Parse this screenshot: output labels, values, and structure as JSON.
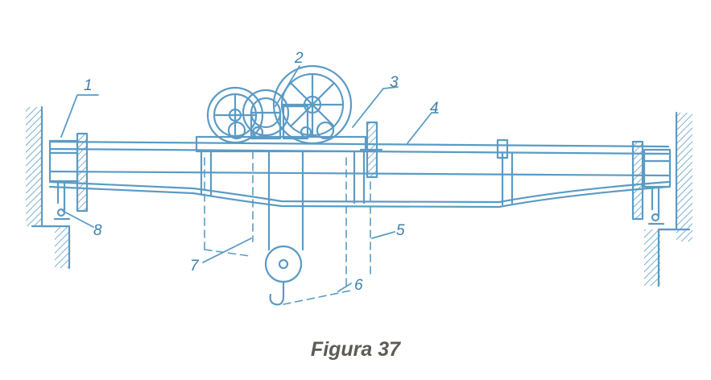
{
  "caption": "Figura 37",
  "colors": {
    "line": "#5b9bc4",
    "line_dark": "#3f7fab",
    "caption": "#5e5a55",
    "background": "#ffffff"
  },
  "labels": {
    "l1": "1",
    "l2": "2",
    "l3": "3",
    "l4": "4",
    "l5": "5",
    "l6": "6",
    "l7": "7",
    "l8": "8"
  }
}
